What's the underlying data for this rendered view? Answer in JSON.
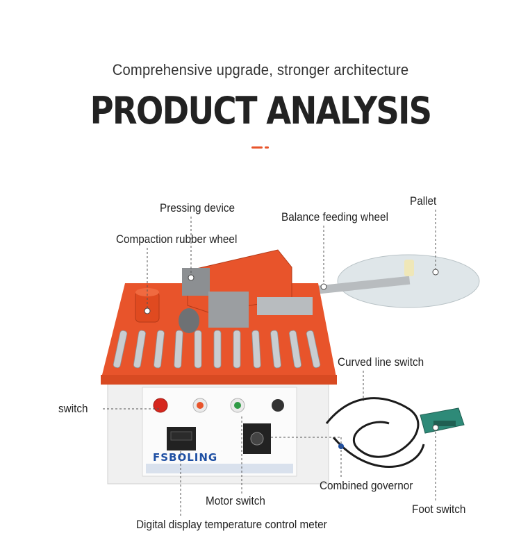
{
  "header": {
    "subtitle": "Comprehensive upgrade, stronger architecture",
    "title": "PRODUCT ANALYSIS",
    "accent_color": "#e8542b"
  },
  "machine": {
    "brand": "FSBOLING",
    "brand_color": "#1e4fa3",
    "body_color": "#e8542b",
    "cabinet_color": "#f1f1f1"
  },
  "callouts": {
    "pressing_device": "Pressing device",
    "balance_feeding_wheel": "Balance feeding wheel",
    "pallet": "Pallet",
    "compaction_rubber_wheel": "Compaction rubber wheel",
    "curved_line_switch": "Curved line switch",
    "switch": "switch",
    "combined_governor": "Combined governor",
    "motor_switch": "Motor switch",
    "foot_switch": "Foot switch",
    "digital_display": "Digital display temperature control meter"
  }
}
